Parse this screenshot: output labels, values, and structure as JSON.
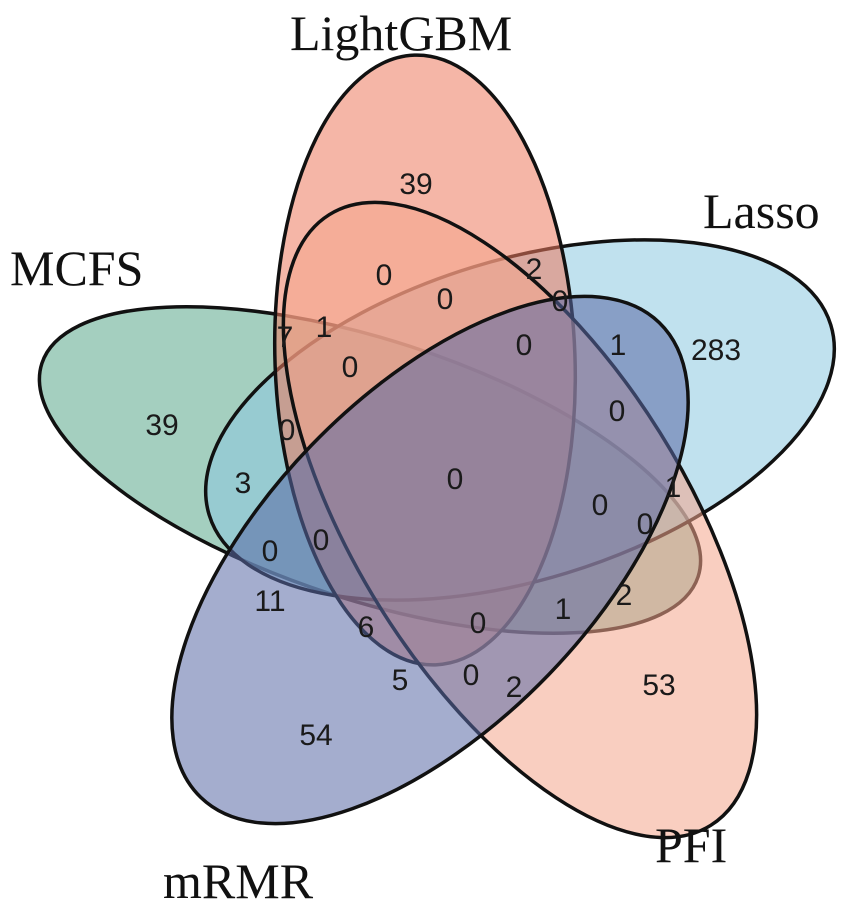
{
  "sets": [
    {
      "key": "lightgbm",
      "label": "LightGBM",
      "color": "#ec7a5e"
    },
    {
      "key": "lasso",
      "label": "Lasso",
      "color": "#8cc9e0"
    },
    {
      "key": "mcfs",
      "label": "MCFS",
      "color": "#5aa88a"
    },
    {
      "key": "mrmr",
      "label": "mRMR",
      "color": "#5a6aa6"
    },
    {
      "key": "pfi",
      "label": "PFI",
      "color": "#f4a58c"
    }
  ],
  "regions": [
    {
      "name": "region-lightgbm-only",
      "value": "39"
    },
    {
      "name": "region-lasso-only",
      "value": "283"
    },
    {
      "name": "region-mcfs-only",
      "value": "39"
    },
    {
      "name": "region-mrmr-only",
      "value": "54"
    },
    {
      "name": "region-pfi-only",
      "value": "53"
    },
    {
      "name": "region-a",
      "value": "0"
    },
    {
      "name": "region-b",
      "value": "2"
    },
    {
      "name": "region-c",
      "value": "0"
    },
    {
      "name": "region-d",
      "value": "0"
    },
    {
      "name": "region-e",
      "value": "0"
    },
    {
      "name": "region-f",
      "value": "1"
    },
    {
      "name": "region-g",
      "value": "7"
    },
    {
      "name": "region-h",
      "value": "1"
    },
    {
      "name": "region-i",
      "value": "0"
    },
    {
      "name": "region-j",
      "value": "0"
    },
    {
      "name": "region-k",
      "value": "0"
    },
    {
      "name": "region-l",
      "value": "3"
    },
    {
      "name": "region-m",
      "value": "0"
    },
    {
      "name": "region-n",
      "value": "0"
    },
    {
      "name": "region-o",
      "value": "0"
    },
    {
      "name": "region-p",
      "value": "1"
    },
    {
      "name": "region-q",
      "value": "0"
    },
    {
      "name": "region-r",
      "value": "0"
    },
    {
      "name": "region-s",
      "value": "11"
    },
    {
      "name": "region-t",
      "value": "2"
    },
    {
      "name": "region-u",
      "value": "6"
    },
    {
      "name": "region-v",
      "value": "0"
    },
    {
      "name": "region-w",
      "value": "1"
    },
    {
      "name": "region-x",
      "value": "5"
    },
    {
      "name": "region-y",
      "value": "0"
    },
    {
      "name": "region-z",
      "value": "2"
    }
  ]
}
